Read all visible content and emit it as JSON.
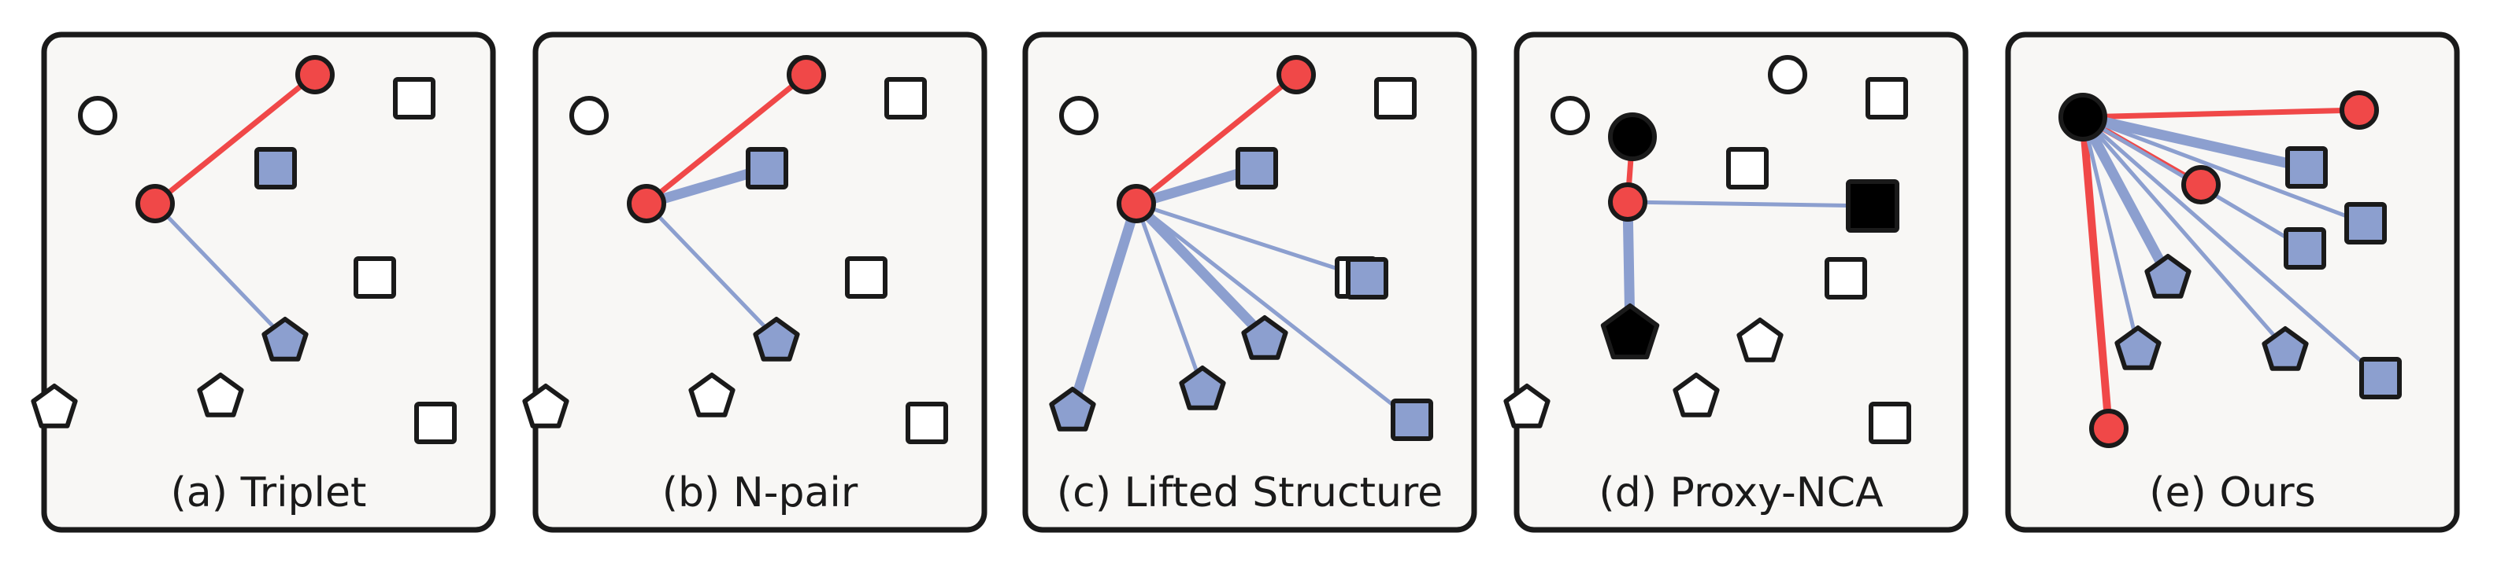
{
  "colors": {
    "positive": "#f04848",
    "negative": "#8c9fcf",
    "proxy": "#000000",
    "hollow": "#ffffff",
    "outline": "#1a1a1a"
  },
  "panels": [
    {
      "caption": "(a) Triplet",
      "nodes": [
        {
          "shape": "circle",
          "style": "hollow"
        },
        {
          "shape": "circle",
          "style": "positive"
        },
        {
          "shape": "square",
          "style": "hollow"
        },
        {
          "shape": "circle",
          "style": "positive"
        },
        {
          "shape": "square",
          "style": "negative"
        },
        {
          "shape": "square",
          "style": "hollow"
        },
        {
          "shape": "pentagon",
          "style": "negative"
        },
        {
          "shape": "pentagon",
          "style": "hollow"
        },
        {
          "shape": "pentagon",
          "style": "hollow"
        },
        {
          "shape": "square",
          "style": "hollow"
        }
      ],
      "edges": [
        {
          "from": 3,
          "to": 1,
          "style": "positive"
        },
        {
          "from": 3,
          "to": 6,
          "style": "negative"
        }
      ]
    },
    {
      "caption": "(b) N-pair",
      "nodes": [
        {
          "shape": "circle",
          "style": "hollow"
        },
        {
          "shape": "circle",
          "style": "positive"
        },
        {
          "shape": "square",
          "style": "hollow"
        },
        {
          "shape": "circle",
          "style": "positive"
        },
        {
          "shape": "square",
          "style": "negative"
        },
        {
          "shape": "square",
          "style": "hollow"
        },
        {
          "shape": "pentagon",
          "style": "negative"
        },
        {
          "shape": "pentagon",
          "style": "hollow"
        },
        {
          "shape": "pentagon",
          "style": "hollow"
        },
        {
          "shape": "square",
          "style": "hollow"
        }
      ],
      "edges": [
        {
          "from": 3,
          "to": 1,
          "style": "positive"
        },
        {
          "from": 3,
          "to": 4,
          "style": "negative",
          "weight": "thick"
        },
        {
          "from": 3,
          "to": 6,
          "style": "negative"
        }
      ]
    },
    {
      "caption": "(c) Lifted Structure",
      "nodes": [
        {
          "shape": "circle",
          "style": "hollow"
        },
        {
          "shape": "circle",
          "style": "positive"
        },
        {
          "shape": "square",
          "style": "hollow"
        },
        {
          "shape": "circle",
          "style": "positive"
        },
        {
          "shape": "square",
          "style": "negative"
        },
        {
          "shape": "square",
          "style": "hollow"
        },
        {
          "shape": "square",
          "style": "negative"
        },
        {
          "shape": "pentagon",
          "style": "negative"
        },
        {
          "shape": "pentagon",
          "style": "negative"
        },
        {
          "shape": "pentagon",
          "style": "negative"
        },
        {
          "shape": "square",
          "style": "negative"
        }
      ],
      "edges": [
        {
          "from": 3,
          "to": 1,
          "style": "positive"
        },
        {
          "from": 3,
          "to": 4,
          "style": "negative",
          "weight": "thick"
        },
        {
          "from": 3,
          "to": 6,
          "style": "negative"
        },
        {
          "from": 3,
          "to": 7,
          "style": "negative",
          "weight": "thick"
        },
        {
          "from": 3,
          "to": 8,
          "style": "negative"
        },
        {
          "from": 3,
          "to": 9,
          "style": "negative",
          "weight": "thick"
        },
        {
          "from": 3,
          "to": 10,
          "style": "negative"
        }
      ]
    },
    {
      "caption": "(d) Proxy-NCA",
      "nodes": [
        {
          "shape": "circle",
          "style": "hollow"
        },
        {
          "shape": "circle",
          "style": "hollow"
        },
        {
          "shape": "square",
          "style": "hollow"
        },
        {
          "shape": "circle",
          "style": "proxy"
        },
        {
          "shape": "square",
          "style": "hollow"
        },
        {
          "shape": "circle",
          "style": "positive"
        },
        {
          "shape": "square",
          "style": "proxy"
        },
        {
          "shape": "square",
          "style": "hollow"
        },
        {
          "shape": "pentagon",
          "style": "proxy"
        },
        {
          "shape": "pentagon",
          "style": "hollow"
        },
        {
          "shape": "pentagon",
          "style": "hollow"
        },
        {
          "shape": "pentagon",
          "style": "hollow"
        },
        {
          "shape": "square",
          "style": "hollow"
        }
      ],
      "edges": [
        {
          "from": 5,
          "to": 3,
          "style": "positive"
        },
        {
          "from": 5,
          "to": 6,
          "style": "negative"
        },
        {
          "from": 5,
          "to": 8,
          "style": "negative",
          "weight": "thick"
        }
      ]
    },
    {
      "caption": "(e) Ours",
      "nodes": [
        {
          "shape": "circle",
          "style": "proxy"
        },
        {
          "shape": "circle",
          "style": "positive"
        },
        {
          "shape": "circle",
          "style": "positive"
        },
        {
          "shape": "circle",
          "style": "positive"
        },
        {
          "shape": "square",
          "style": "negative"
        },
        {
          "shape": "square",
          "style": "negative"
        },
        {
          "shape": "square",
          "style": "negative"
        },
        {
          "shape": "square",
          "style": "negative"
        },
        {
          "shape": "pentagon",
          "style": "negative"
        },
        {
          "shape": "pentagon",
          "style": "negative"
        },
        {
          "shape": "pentagon",
          "style": "negative"
        }
      ],
      "edges": [
        {
          "from": 0,
          "to": 1,
          "style": "positive"
        },
        {
          "from": 0,
          "to": 2,
          "style": "positive"
        },
        {
          "from": 0,
          "to": 3,
          "style": "positive",
          "weight": "thick"
        },
        {
          "from": 0,
          "to": 4,
          "style": "negative",
          "weight": "thick"
        },
        {
          "from": 0,
          "to": 5,
          "style": "negative"
        },
        {
          "from": 0,
          "to": 6,
          "style": "negative"
        },
        {
          "from": 0,
          "to": 7,
          "style": "negative"
        },
        {
          "from": 0,
          "to": 8,
          "style": "negative",
          "weight": "thick"
        },
        {
          "from": 0,
          "to": 9,
          "style": "negative"
        },
        {
          "from": 0,
          "to": 10,
          "style": "negative"
        }
      ]
    }
  ]
}
